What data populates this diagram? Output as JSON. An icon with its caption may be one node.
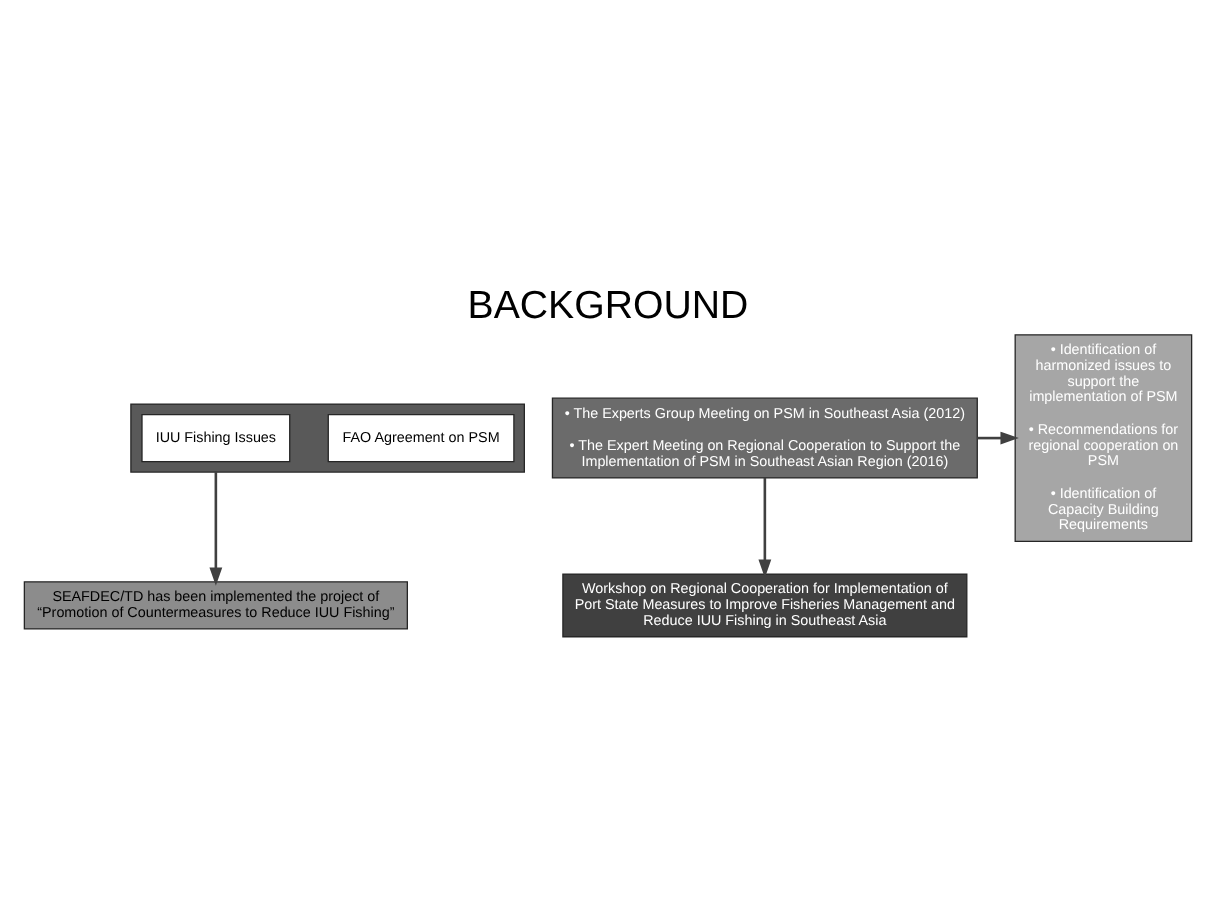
{
  "diagram": {
    "title": "BACKGROUND",
    "nodes": [
      {
        "text": [],
        "shape": "box"
      },
      {
        "text": [
          "IUU Fishing Issues"
        ],
        "in": 0
      },
      {
        "text": [
          "FAO Agreement on PSM"
        ],
        "in": 0
      },
      {
        "text": [
          "SEAFDEC/TD has been implemented the project of “Promotion of Countermeasures to Reduce IUU Fishing”"
        ]
      },
      {
        "text": [
          "• The Experts Group Meeting on PSM in Southeast Asia (2012)",
          "• The Expert Meeting on Regional Cooperation to Support the Implementation of PSM in Southeast Asian Region (2016)"
        ]
      },
      {
        "text": [
          "Workshop on Regional Cooperation for Implementation of Port State Measures to Improve Fisheries Management and Reduce IUU Fishing in Southeast Asia"
        ]
      },
      {
        "text": [
          "• Identification of harmonized issues to support the implementation of PSM",
          "• Recommendations for regional cooperation on PSM",
          "• Identification of Capacity Building Requirements"
        ]
      }
    ],
    "edges": [
      {
        "from": 0,
        "to": 3,
        "arrow": "to"
      },
      {
        "from": 4,
        "to": 5,
        "arrow": "to"
      },
      {
        "from": 4,
        "to": 6,
        "arrow": "to"
      }
    ]
  }
}
